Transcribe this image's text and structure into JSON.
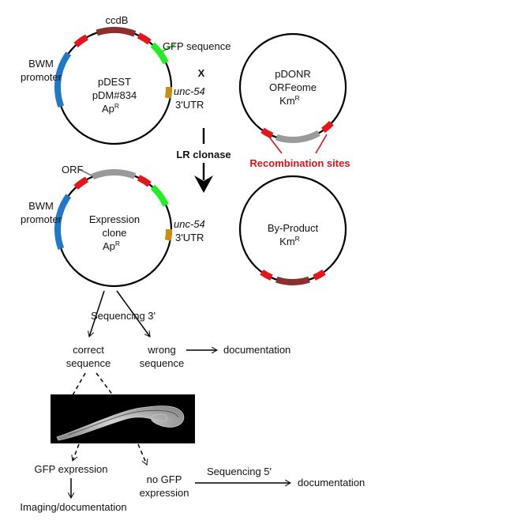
{
  "colors": {
    "red_site": "#e8141a",
    "ccdb_segment": "#8b2f2f",
    "gfp_segment": "#22ee22",
    "utr_segment": "#c8900c",
    "promoter_segment": "#1f78c8",
    "orf_segment": "#9a9a9a",
    "label_red": "#d6141a"
  },
  "pdest": {
    "ccdb": "ccdB",
    "gfp": "GFP sequence",
    "bwm_1": "BWM",
    "bwm_2": "promoter",
    "name": "pDEST",
    "number": "pDM#834",
    "resistance": "Ap",
    "resistance_sup": "R",
    "utr_1": "unc-54",
    "utr_2": "3'UTR"
  },
  "cross": "X",
  "pdonr": {
    "name": "pDONR",
    "library": "ORFeome",
    "resistance": "Km",
    "resistance_sup": "R"
  },
  "recombination": "Recombination sites",
  "reaction": "LR clonase",
  "expression": {
    "orf": "ORF",
    "bwm_1": "BWM",
    "bwm_2": "promoter",
    "name_1": "Expression",
    "name_2": "clone",
    "resistance": "Ap",
    "resistance_sup": "R",
    "utr_1": "unc-54",
    "utr_2": "3'UTR"
  },
  "byproduct": {
    "name": "By-Product",
    "resistance": "Km",
    "resistance_sup": "R"
  },
  "flow": {
    "sequencing_3": "Sequencing 3'",
    "correct_1": "correct",
    "correct_2": "sequence",
    "wrong_1": "wrong",
    "wrong_2": "sequence",
    "documentation_1": "documentation",
    "gfp_expression": "GFP expression",
    "imaging": "Imaging/documentation",
    "no_gfp_1": "no GFP",
    "no_gfp_2": "expression",
    "sequencing_5": "Sequencing 5'",
    "documentation_2": "documentation"
  },
  "worm_image": "C. elegans worm micrograph"
}
